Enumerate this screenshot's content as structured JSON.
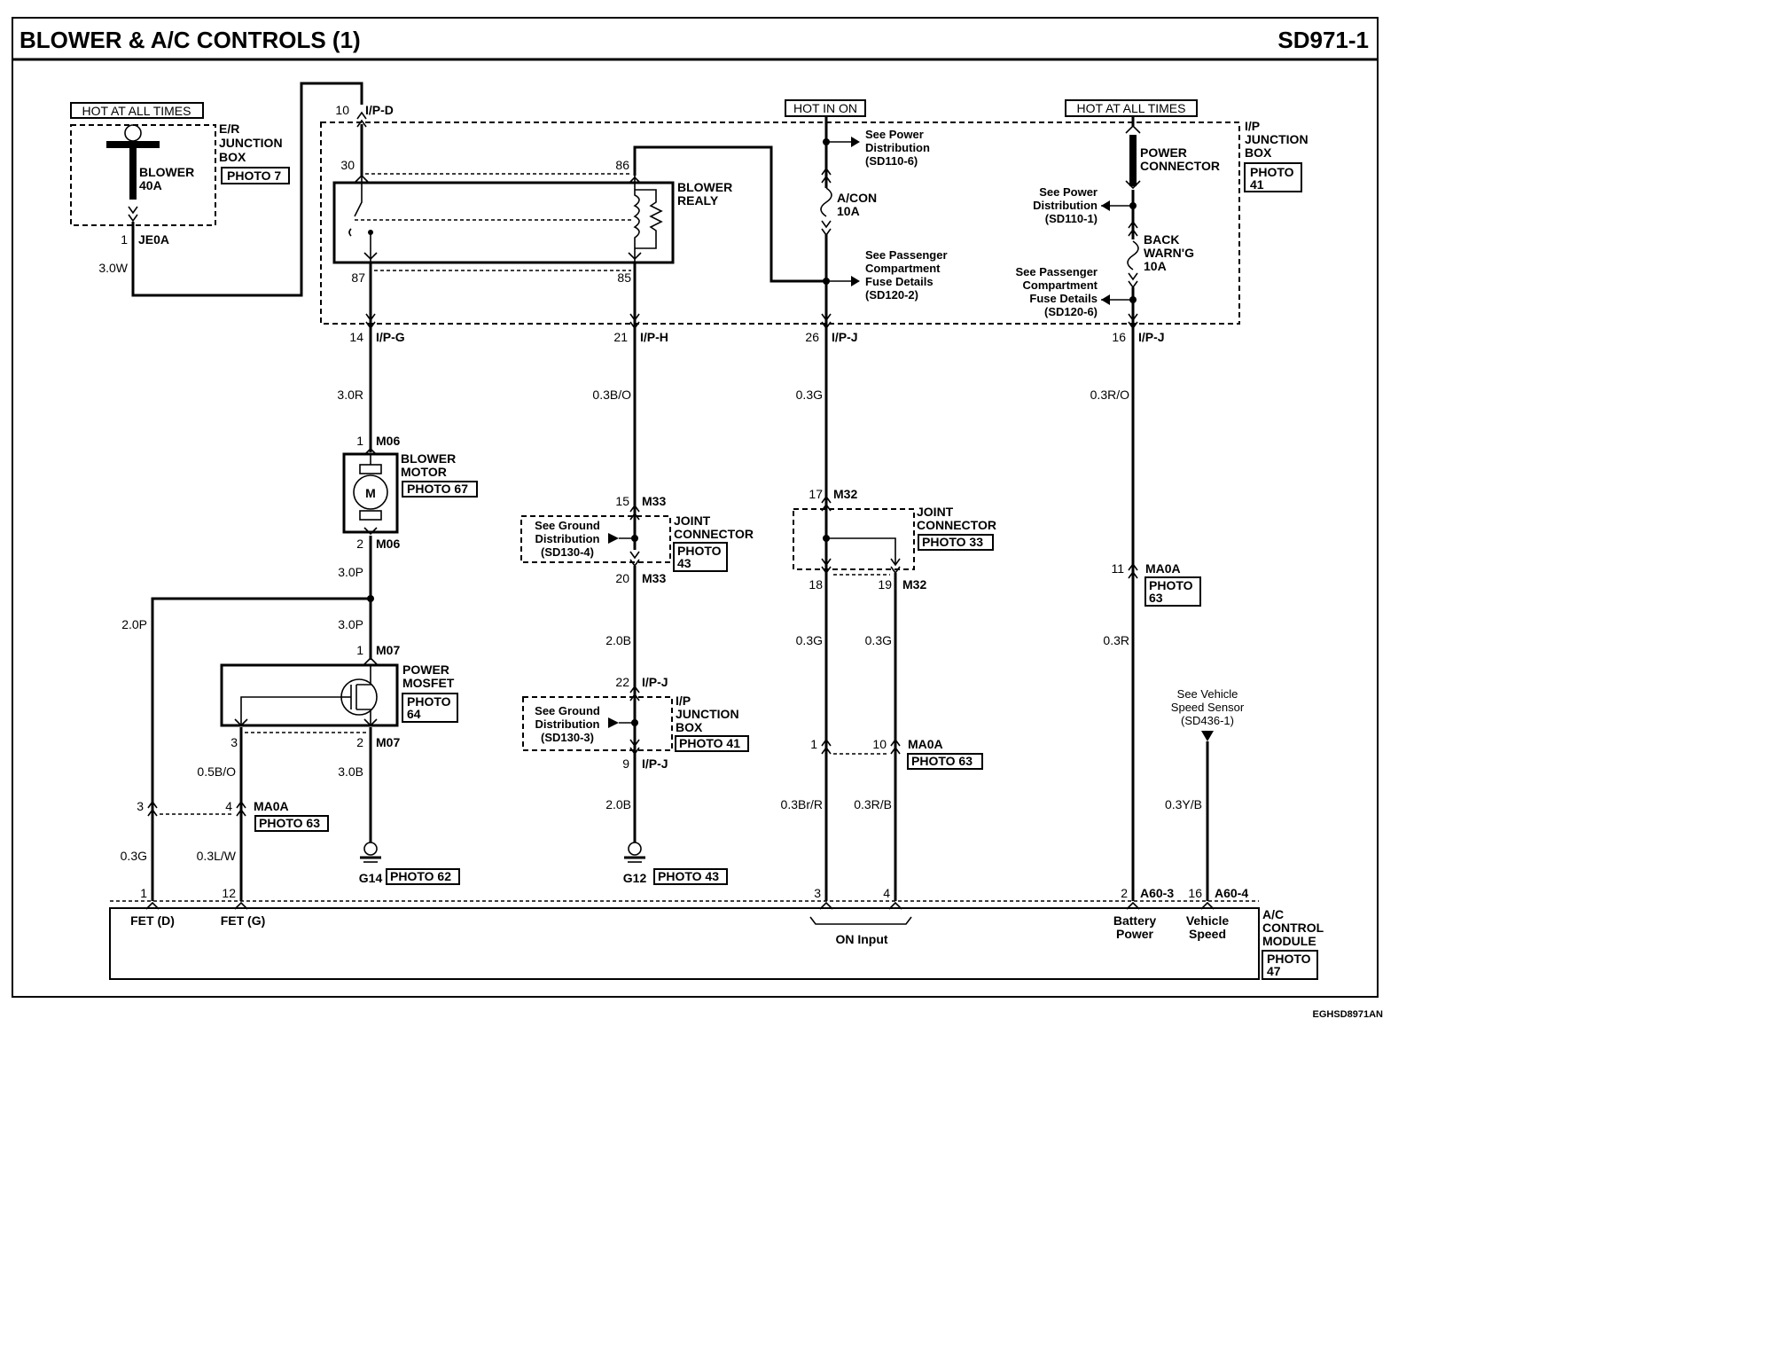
{
  "title": "BLOWER & A/C CONTROLS (1)",
  "page_code": "SD971-1",
  "footer_code": "EGHSD8971AN",
  "headers": {
    "hot1": "HOT AT ALL TIMES",
    "hot2": "HOT IN ON",
    "hot3": "HOT AT ALL TIMES"
  },
  "er_box": {
    "label1": "E/R",
    "label2": "JUNCTION",
    "label3": "BOX",
    "photo": "PHOTO 7",
    "fuse_name": "BLOWER",
    "fuse_rating": "40A",
    "pin": "1",
    "conn": "JE0A",
    "wire": "3.0W"
  },
  "ip_box": {
    "label1": "I/P",
    "label2": "JUNCTION",
    "label3": "BOX",
    "photo1": "PHOTO",
    "photo2": "41",
    "top_pin": "10",
    "top_conn": "I/P-D"
  },
  "relay": {
    "name1": "BLOWER",
    "name2": "REALY",
    "p30": "30",
    "p86": "86",
    "p87": "87",
    "p85": "85"
  },
  "acon": {
    "ref1a": "See Power",
    "ref1b": "Distribution",
    "ref1c": "(SD110-6)",
    "fuse_name": "A/CON",
    "fuse_rating": "10A",
    "ref2a": "See Passenger",
    "ref2b": "Compartment",
    "ref2c": "Fuse Details",
    "ref2d": "(SD120-2)"
  },
  "power_conn": {
    "name1": "POWER",
    "name2": "CONNECTOR",
    "ref1a": "See Power",
    "ref1b": "Distribution",
    "ref1c": "(SD110-1)",
    "fuse_name1": "BACK",
    "fuse_name2": "WARN'G",
    "fuse_rating": "10A",
    "ref2a": "See Passenger",
    "ref2b": "Compartment",
    "ref2c": "Fuse Details",
    "ref2d": "(SD120-6)"
  },
  "ip_exits": {
    "c1_pin": "14",
    "c1_conn": "I/P-G",
    "c2_pin": "21",
    "c2_conn": "I/P-H",
    "c3_pin": "26",
    "c3_conn": "I/P-J",
    "c4_pin": "16",
    "c4_conn": "I/P-J"
  },
  "wires": {
    "c1a": "3.0R",
    "c2a": "0.3B/O",
    "c3a": "0.3G",
    "c4a": "0.3R/O",
    "c1b": "3.0P",
    "c1c": "3.0P",
    "branch": "2.0P",
    "c1d": "3.0B",
    "gate": "0.5B/O",
    "fet_d": "0.3G",
    "fet_g": "0.3L/W",
    "c2b": "2.0B",
    "c2c": "2.0B",
    "c3b": "0.3G",
    "c3c": "0.3G",
    "c3d": "0.3Br/R",
    "c3e": "0.3R/B",
    "c4b": "0.3R",
    "vs": "0.3Y/B"
  },
  "motor": {
    "pin1": "1",
    "conn1": "M06",
    "pin2": "2",
    "conn2": "M06",
    "name1": "BLOWER",
    "name2": "MOTOR",
    "photo": "PHOTO 67",
    "symbol": "M"
  },
  "mosfet": {
    "pin1": "1",
    "conn1": "M07",
    "pin2": "2",
    "conn2": "M07",
    "pin3": "3",
    "name1": "POWER",
    "name2": "MOSFET",
    "photo1": "PHOTO",
    "photo2": "64"
  },
  "ma0a_left": {
    "pin_a": "3",
    "pin_b": "4",
    "conn": "MA0A",
    "photo": "PHOTO 63"
  },
  "ground1": {
    "name": "G14",
    "photo": "PHOTO 62"
  },
  "ground2": {
    "name": "G12",
    "photo": "PHOTO 43"
  },
  "joint33": {
    "pin_top": "15",
    "conn_top": "M33",
    "pin_bot": "20",
    "conn_bot": "M33",
    "ref1": "See Ground",
    "ref2": "Distribution",
    "ref3": "(SD130-4)",
    "name1": "JOINT",
    "name2": "CONNECTOR",
    "photo1": "PHOTO",
    "photo2": "43"
  },
  "ipj2": {
    "pin_top": "22",
    "conn_top": "I/P-J",
    "pin_bot": "9",
    "conn_bot": "I/P-J",
    "ref1": "See Ground",
    "ref2": "Distribution",
    "ref3": "(SD130-3)",
    "name1": "I/P",
    "name2": "JUNCTION",
    "name3": "BOX",
    "photo": "PHOTO 41"
  },
  "joint32": {
    "pin_top": "17",
    "conn_top": "M32",
    "pin_a": "18",
    "pin_b": "19",
    "conn_b": "M32",
    "name1": "JOINT",
    "name2": "CONNECTOR",
    "photo": "PHOTO 33"
  },
  "ma0a_mid": {
    "pin_a": "1",
    "pin_b": "10",
    "conn": "MA0A",
    "photo": "PHOTO 63"
  },
  "ma0a_right": {
    "pin": "11",
    "conn": "MA0A",
    "photo1": "PHOTO",
    "photo2": "63"
  },
  "speed": {
    "ref1": "See Vehicle",
    "ref2": "Speed Sensor",
    "ref3": "(SD436-1)"
  },
  "module": {
    "name1": "A/C",
    "name2": "CONTROL",
    "name3": "MODULE",
    "photo1": "PHOTO",
    "photo2": "47",
    "p1": "1",
    "p12": "12",
    "p3": "3",
    "p4": "4",
    "p2": "2",
    "c2": "A60-3",
    "p16": "16",
    "c16": "A60-4",
    "fet_d": "FET (D)",
    "fet_g": "FET (G)",
    "on_input": "ON Input",
    "bat1": "Battery",
    "bat2": "Power",
    "veh1": "Vehicle",
    "veh2": "Speed"
  }
}
